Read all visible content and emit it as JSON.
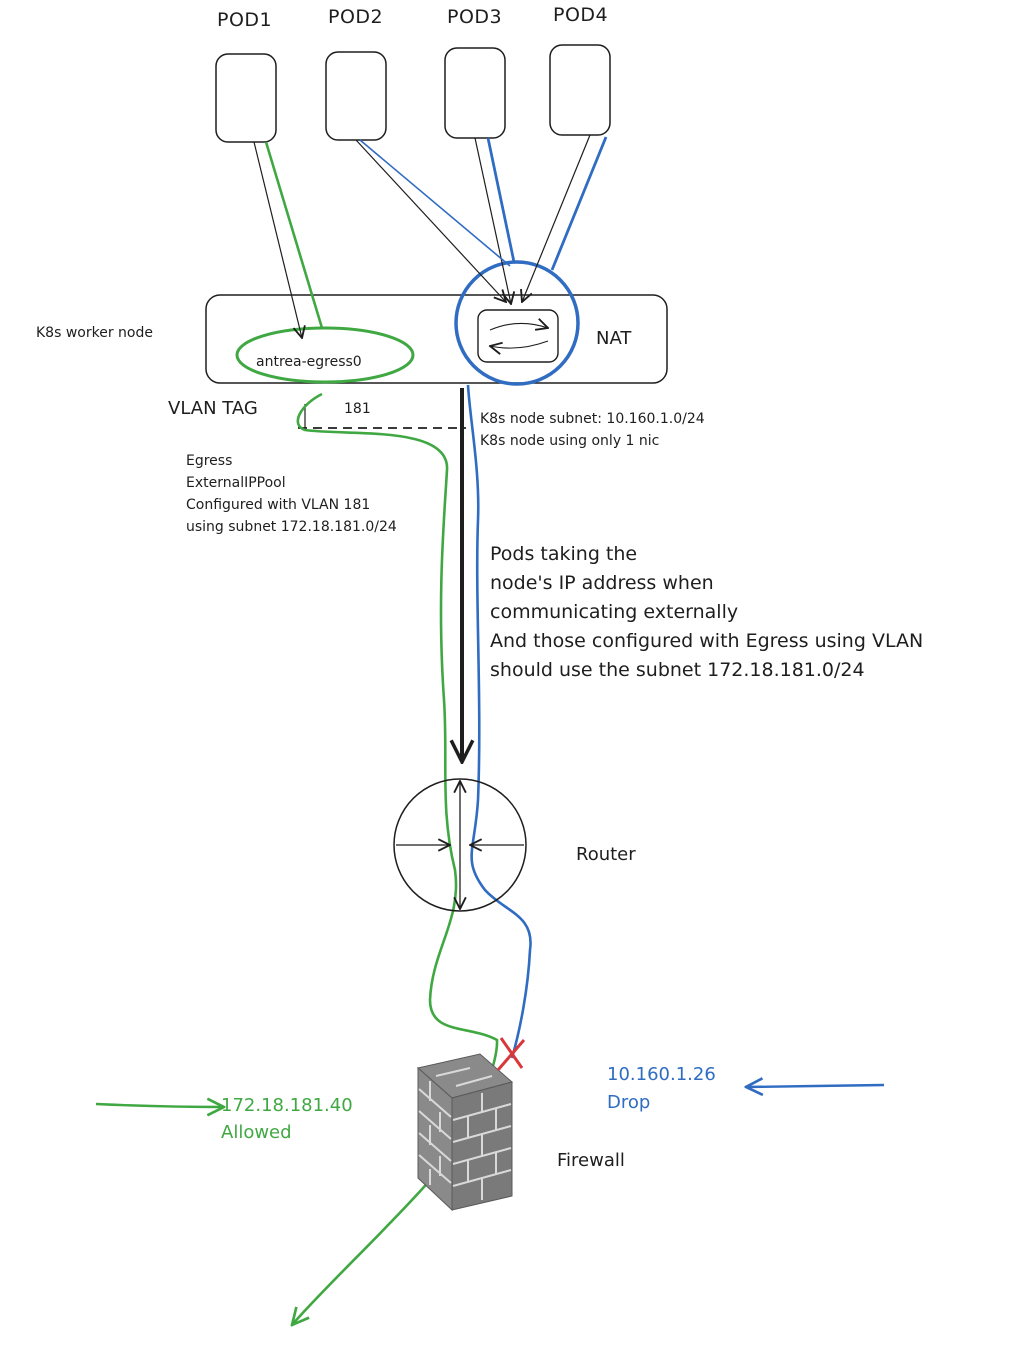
{
  "pods": [
    {
      "label": "POD1"
    },
    {
      "label": "POD2"
    },
    {
      "label": "POD3"
    },
    {
      "label": "POD4"
    }
  ],
  "node": {
    "label": "K8s worker node",
    "interface": "antrea-egress0",
    "nat_label": "NAT"
  },
  "vlan": {
    "tag_label": "VLAN TAG",
    "tag_value": "181"
  },
  "egress_note": {
    "lines": [
      "Egress",
      "ExternalIPPool",
      "Configured with VLAN 181",
      "using subnet 172.18.181.0/24"
    ]
  },
  "subnet_note": {
    "lines": [
      "K8s node subnet: 10.160.1.0/24",
      "K8s node using only 1 nic"
    ]
  },
  "pods_note": {
    "lines": [
      "Pods taking the",
      "node's IP address when",
      "communicating externally",
      "And those configured with Egress using VLAN",
      "should use the subnet 172.18.181.0/24"
    ]
  },
  "router_label": "Router",
  "firewall_label": "Firewall",
  "allowed": {
    "ip": "172.18.181.40",
    "status": "Allowed"
  },
  "dropped": {
    "ip": "10.160.1.26",
    "status": "Drop"
  },
  "colors": {
    "ink": "#1e1e1e",
    "egress_path": "#40a843",
    "nat_path": "#2f6cc2",
    "drop_mark": "#d9383a",
    "brick": "#8a8a8a"
  }
}
